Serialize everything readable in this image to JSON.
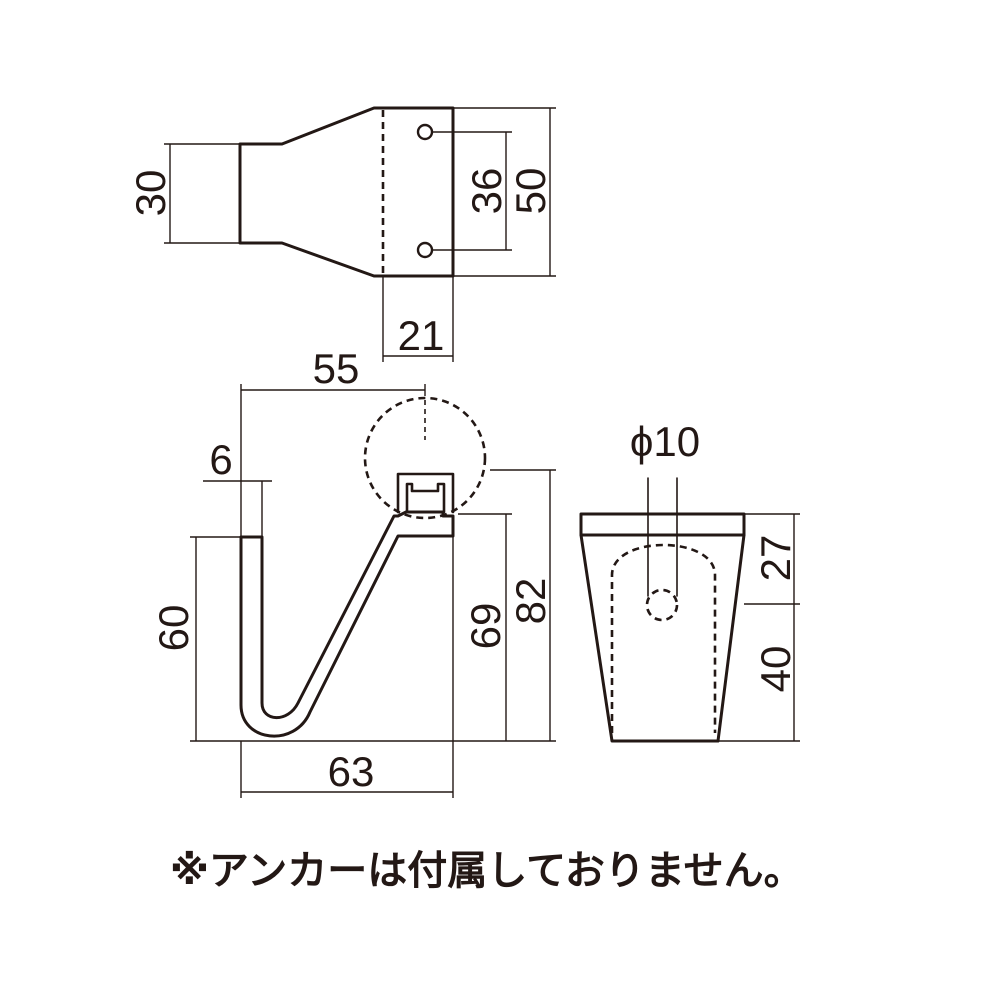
{
  "top_view": {
    "width_left": "30",
    "hole_pitch": "36",
    "width_right": "50",
    "plate_depth": "21"
  },
  "side_view": {
    "reach": "55",
    "lip": "6",
    "hook_depth": "60",
    "rise_to_plate": "69",
    "overall_height": "82",
    "overall_width": "63"
  },
  "end_view": {
    "bolt_diameter": "ϕ10",
    "upper_height": "27",
    "lower_height": "40"
  },
  "note": "※アンカーは付属しておりません。"
}
